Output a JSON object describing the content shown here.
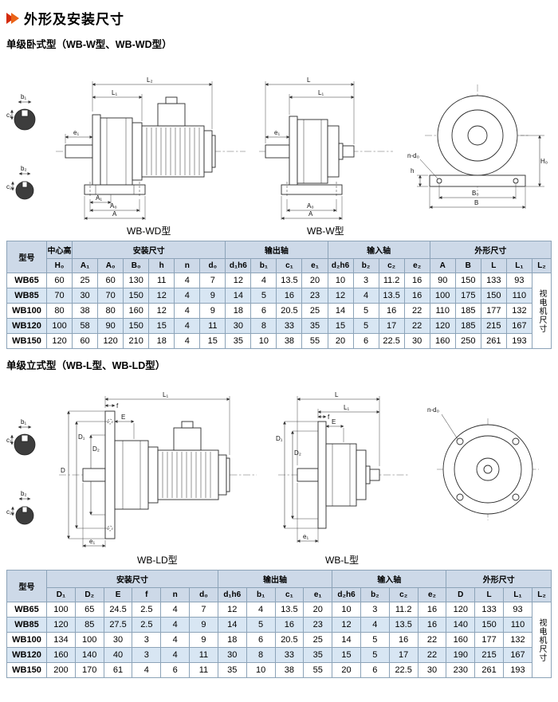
{
  "colors": {
    "accent_red": "#d42b0c",
    "accent_orange": "#ea6317",
    "table_header_bg": "#cdd9e8",
    "row_alt_bg": "#d8e6f3",
    "table_border": "#8ca3b8"
  },
  "header": {
    "title": "外形及安装尺寸"
  },
  "section1": {
    "subtitle": "单级卧式型（WB-W型、WB-WD型）",
    "label_left": "WB-WD型",
    "label_right": "WB-W型"
  },
  "section2": {
    "subtitle": "单级立式型（WB-L型、WB-LD型）",
    "label_left": "WB-LD型",
    "label_right": "WB-L型"
  },
  "dims": {
    "L": "L",
    "L1": "L₁",
    "L2": "L₂",
    "A": "A",
    "A0": "A₀",
    "A1": "A₁",
    "B": "B",
    "B0": "B₀",
    "H0": "H₀",
    "h": "h",
    "e1": "e₁",
    "b1": "b₁",
    "c1": "c₁",
    "b2": "b₂",
    "c2": "c₂",
    "n_d0": "n-d₀",
    "E": "E",
    "f": "f",
    "D": "D",
    "D1": "D₁",
    "D2": "D₂"
  },
  "table1": {
    "groups": [
      {
        "label": "型号",
        "rowspan": 2
      },
      {
        "label": "中心高",
        "colspan": 1
      },
      {
        "label": "安装尺寸",
        "colspan": 6
      },
      {
        "label": "输出轴",
        "colspan": 4
      },
      {
        "label": "输入轴",
        "colspan": 4
      },
      {
        "label": "外形尺寸",
        "colspan": 5
      }
    ],
    "sub_headers": [
      "H₀",
      "A₁",
      "A₀",
      "B₀",
      "h",
      "n",
      "d₀",
      "d₁h6",
      "b₁",
      "c₁",
      "e₁",
      "d₂h6",
      "b₂",
      "c₂",
      "e₂",
      "A",
      "B",
      "L",
      "L₁",
      "L₂"
    ],
    "rows": [
      {
        "model": "WB65",
        "values": [
          "60",
          "25",
          "60",
          "130",
          "11",
          "4",
          "7",
          "12",
          "4",
          "13.5",
          "20",
          "10",
          "3",
          "11.2",
          "16",
          "90",
          "150",
          "133",
          "93"
        ]
      },
      {
        "model": "WB85",
        "values": [
          "70",
          "30",
          "70",
          "150",
          "12",
          "4",
          "9",
          "14",
          "5",
          "16",
          "23",
          "12",
          "4",
          "13.5",
          "16",
          "100",
          "175",
          "150",
          "110"
        ]
      },
      {
        "model": "WB100",
        "values": [
          "80",
          "38",
          "80",
          "160",
          "12",
          "4",
          "9",
          "18",
          "6",
          "20.5",
          "25",
          "14",
          "5",
          "16",
          "22",
          "110",
          "185",
          "177",
          "132"
        ]
      },
      {
        "model": "WB120",
        "values": [
          "100",
          "58",
          "90",
          "150",
          "15",
          "4",
          "11",
          "30",
          "8",
          "33",
          "35",
          "15",
          "5",
          "17",
          "22",
          "120",
          "185",
          "215",
          "167"
        ]
      },
      {
        "model": "WB150",
        "values": [
          "120",
          "60",
          "120",
          "210",
          "18",
          "4",
          "15",
          "35",
          "10",
          "38",
          "55",
          "20",
          "6",
          "22.5",
          "30",
          "160",
          "250",
          "261",
          "193"
        ]
      }
    ],
    "l2_note": "视电机尺寸"
  },
  "table2": {
    "groups": [
      {
        "label": "型号",
        "rowspan": 2
      },
      {
        "label": "安装尺寸",
        "colspan": 6
      },
      {
        "label": "输出轴",
        "colspan": 4
      },
      {
        "label": "输入轴",
        "colspan": 4
      },
      {
        "label": "外形尺寸",
        "colspan": 4
      }
    ],
    "sub_headers": [
      "D₁",
      "D₂",
      "E",
      "f",
      "n",
      "d₀",
      "d₁h6",
      "b₁",
      "c₁",
      "e₁",
      "d₂h6",
      "b₂",
      "c₂",
      "e₂",
      "D",
      "L",
      "L₁",
      "L₂"
    ],
    "rows": [
      {
        "model": "WB65",
        "values": [
          "100",
          "65",
          "24.5",
          "2.5",
          "4",
          "7",
          "12",
          "4",
          "13.5",
          "20",
          "10",
          "3",
          "11.2",
          "16",
          "120",
          "133",
          "93"
        ]
      },
      {
        "model": "WB85",
        "values": [
          "120",
          "85",
          "27.5",
          "2.5",
          "4",
          "9",
          "14",
          "5",
          "16",
          "23",
          "12",
          "4",
          "13.5",
          "16",
          "140",
          "150",
          "110"
        ]
      },
      {
        "model": "WB100",
        "values": [
          "134",
          "100",
          "30",
          "3",
          "4",
          "9",
          "18",
          "6",
          "20.5",
          "25",
          "14",
          "5",
          "16",
          "22",
          "160",
          "177",
          "132"
        ]
      },
      {
        "model": "WB120",
        "values": [
          "160",
          "140",
          "40",
          "3",
          "4",
          "11",
          "30",
          "8",
          "33",
          "35",
          "15",
          "5",
          "17",
          "22",
          "190",
          "215",
          "167"
        ]
      },
      {
        "model": "WB150",
        "values": [
          "200",
          "170",
          "61",
          "4",
          "6",
          "11",
          "35",
          "10",
          "38",
          "55",
          "20",
          "6",
          "22.5",
          "30",
          "230",
          "261",
          "193"
        ]
      }
    ],
    "l2_note": "视电机尺寸"
  }
}
